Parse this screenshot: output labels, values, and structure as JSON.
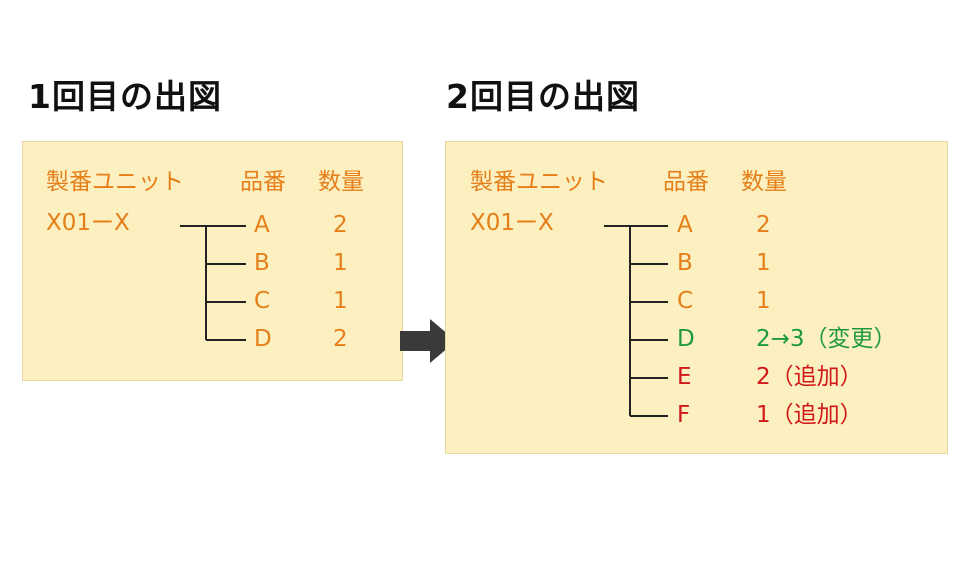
{
  "colors": {
    "orange": "#e57f1a",
    "green": "#1e9a3c",
    "red": "#d01818",
    "panel_bg": "#fdf0c0",
    "line": "#222222",
    "arrow": "#3a3a3a"
  },
  "left": {
    "title": "1回目の出図",
    "headers": {
      "seiban_unit": "製番ユニット",
      "hinban": "品番",
      "suuryou": "数量"
    },
    "root": "X01ーX",
    "rows": [
      {
        "part": "A",
        "qty": "2"
      },
      {
        "part": "B",
        "qty": "1"
      },
      {
        "part": "C",
        "qty": "1"
      },
      {
        "part": "D",
        "qty": "2"
      }
    ]
  },
  "right": {
    "title": "2回目の出図",
    "headers": {
      "seiban_unit": "製番ユニット",
      "hinban": "品番",
      "suuryou": "数量"
    },
    "root": "X01ーX",
    "rows": [
      {
        "part": "A",
        "qty": "2",
        "status": "same"
      },
      {
        "part": "B",
        "qty": "1",
        "status": "same"
      },
      {
        "part": "C",
        "qty": "1",
        "status": "same"
      },
      {
        "part": "D",
        "qty": "2→3（変更）",
        "status": "changed"
      },
      {
        "part": "E",
        "qty": "2（追加）",
        "status": "added"
      },
      {
        "part": "F",
        "qty": "1（追加）",
        "status": "added"
      }
    ]
  }
}
